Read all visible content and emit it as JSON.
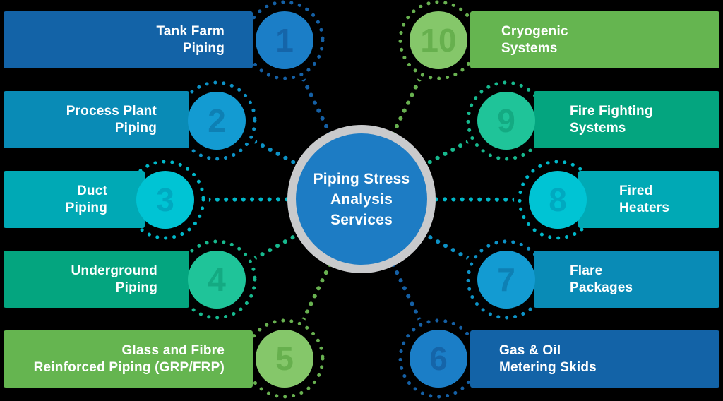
{
  "title": "Piping Stress Analysis Services",
  "center": {
    "line1": "Piping Stress",
    "line2": "Analysis",
    "line3": "Services"
  },
  "items": [
    {
      "number": "1",
      "line1": "Tank Farm",
      "line2": "Piping"
    },
    {
      "number": "2",
      "line1": "Process Plant",
      "line2": "Piping"
    },
    {
      "number": "3",
      "line1": "Duct",
      "line2": "Piping"
    },
    {
      "number": "4",
      "line1": "Underground",
      "line2": "Piping"
    },
    {
      "number": "5",
      "line1": "Glass and Fibre",
      "line2": "Reinforced Piping (GRP/FRP)"
    },
    {
      "number": "6",
      "line1": "Gas & Oil",
      "line2": "Metering Skids"
    },
    {
      "number": "7",
      "line1": "Flare",
      "line2": "Packages"
    },
    {
      "number": "8",
      "line1": "Fired",
      "line2": "Heaters"
    },
    {
      "number": "9",
      "line1": "Fire Fighting",
      "line2": "Systems"
    },
    {
      "number": "10",
      "line1": "Cryogenic",
      "line2": "Systems"
    }
  ],
  "colors": {
    "navy": "#1363a7",
    "blue": "#098bb6",
    "teal": "#00a9b5",
    "seagreen": "#04a57f",
    "green": "#65b550",
    "circle_navy": "#1b7ec7",
    "circle_blue": "#139bd2",
    "circle_teal": "#00c4d4",
    "circle_seagreen": "#1fc499",
    "circle_green": "#85c76a",
    "center_blue": "#1d7cc4",
    "center_ring_gray": "#c9cacc",
    "background": "#000000",
    "text": "#ffffff"
  }
}
